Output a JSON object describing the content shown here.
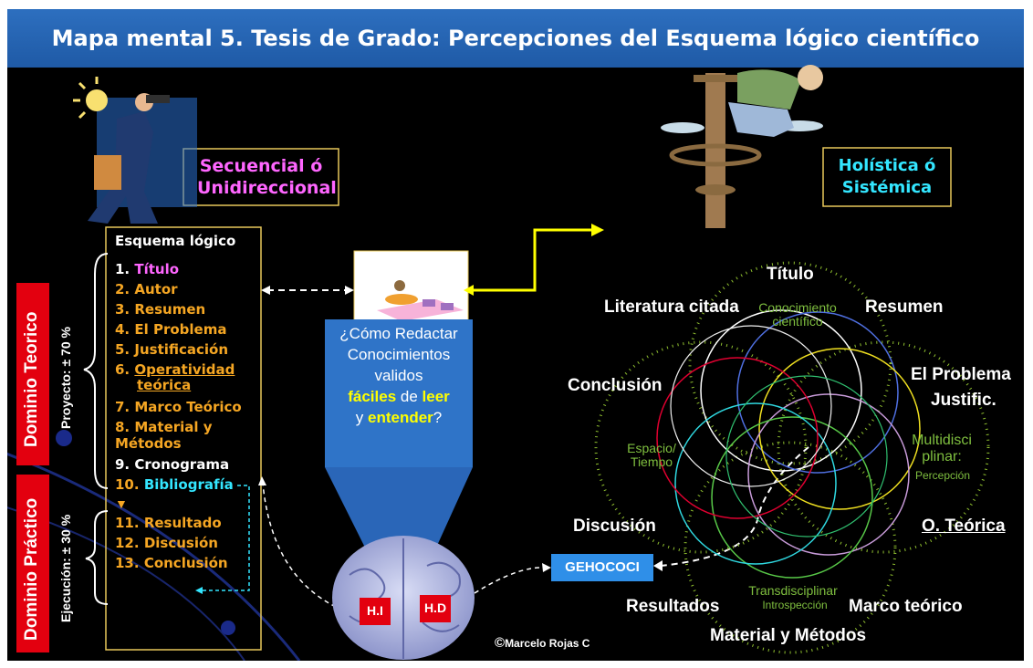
{
  "title": "Mapa mental 5. Tesis de Grado: Percepciones del Esquema lógico científico",
  "secuencial": [
    "Secuencial ó",
    "Unidireccional"
  ],
  "holistica": [
    "Holística ó",
    "Sistémica"
  ],
  "esquema": {
    "heading": "Esquema lógico",
    "items": [
      {
        "num": "1.",
        "text": "Título"
      },
      {
        "num": "2.",
        "text": "Autor"
      },
      {
        "num": "3.",
        "text": "Resumen"
      },
      {
        "num": "4.",
        "text": "El Problema"
      },
      {
        "num": "5.",
        "text": "Justificación"
      },
      {
        "num": "6.",
        "text": "Operatividad"
      },
      {
        "num": "",
        "text": "teórica"
      },
      {
        "num": "7.",
        "text": "Marco Teórico"
      },
      {
        "num": "8.",
        "text": "Material y"
      },
      {
        "num": "",
        "text": "Métodos"
      },
      {
        "num": "9.",
        "text": "Cronograma"
      },
      {
        "num": "10.",
        "text": "Bibliografía"
      },
      {
        "num": "11.",
        "text": "Resultado"
      },
      {
        "num": "12.",
        "text": "Discusión"
      },
      {
        "num": "13.",
        "text": "Conclusión"
      }
    ]
  },
  "dominio_teorico": "Dominio Teorico",
  "dominio_practico": "Dominio Práctico",
  "proyecto": "Proyecto: ± 70 %",
  "ejecucion": "Ejecución: ± 30 %",
  "question": {
    "l1": "¿Cómo Redactar",
    "l2": "Conocimientos",
    "l3": "validos",
    "l4a": "fáciles",
    "l4b": " de ",
    "l4c": "leer",
    "l5a": "y ",
    "l5b": "entender",
    "l5c": "?"
  },
  "brain": {
    "hi": "H.I",
    "hd": "H.D"
  },
  "gehococi": "GEHOCOCI",
  "copyright": {
    "symbol": "©",
    "text": "Marcelo Rojas C"
  },
  "diagram_labels": {
    "titulo": "Título",
    "literatura": "Literatura citada",
    "resumen": "Resumen",
    "problema": "El Problema",
    "justific": "Justific.",
    "conclusion": "Conclusión",
    "o_teorica": "O. Teórica",
    "discusion": "Discusión",
    "resultados": "Resultados",
    "marco": "Marco teórico",
    "material": "Material y Métodos"
  },
  "green_labels": {
    "conocimiento": [
      "Conocimiento",
      "científico"
    ],
    "espacio": [
      "Espacio/",
      "Tiempo"
    ],
    "multi": [
      "Multidisci",
      "plinar:"
    ],
    "percepcion": "Percepción",
    "trans": "Transdisciplinar",
    "intro": "Introspección"
  },
  "colors": {
    "accent_blue": "#1f5aa6",
    "box_border": "#e8c85a",
    "domain_red": "#e3000f",
    "item_orange": "#f5a623",
    "item_pink": "#ff66ff",
    "item_cyan": "#33e6ff",
    "highlight_yellow": "#ffff00",
    "green_text": "#7fbf3f",
    "gehococi_blue": "#2f8fe8"
  }
}
